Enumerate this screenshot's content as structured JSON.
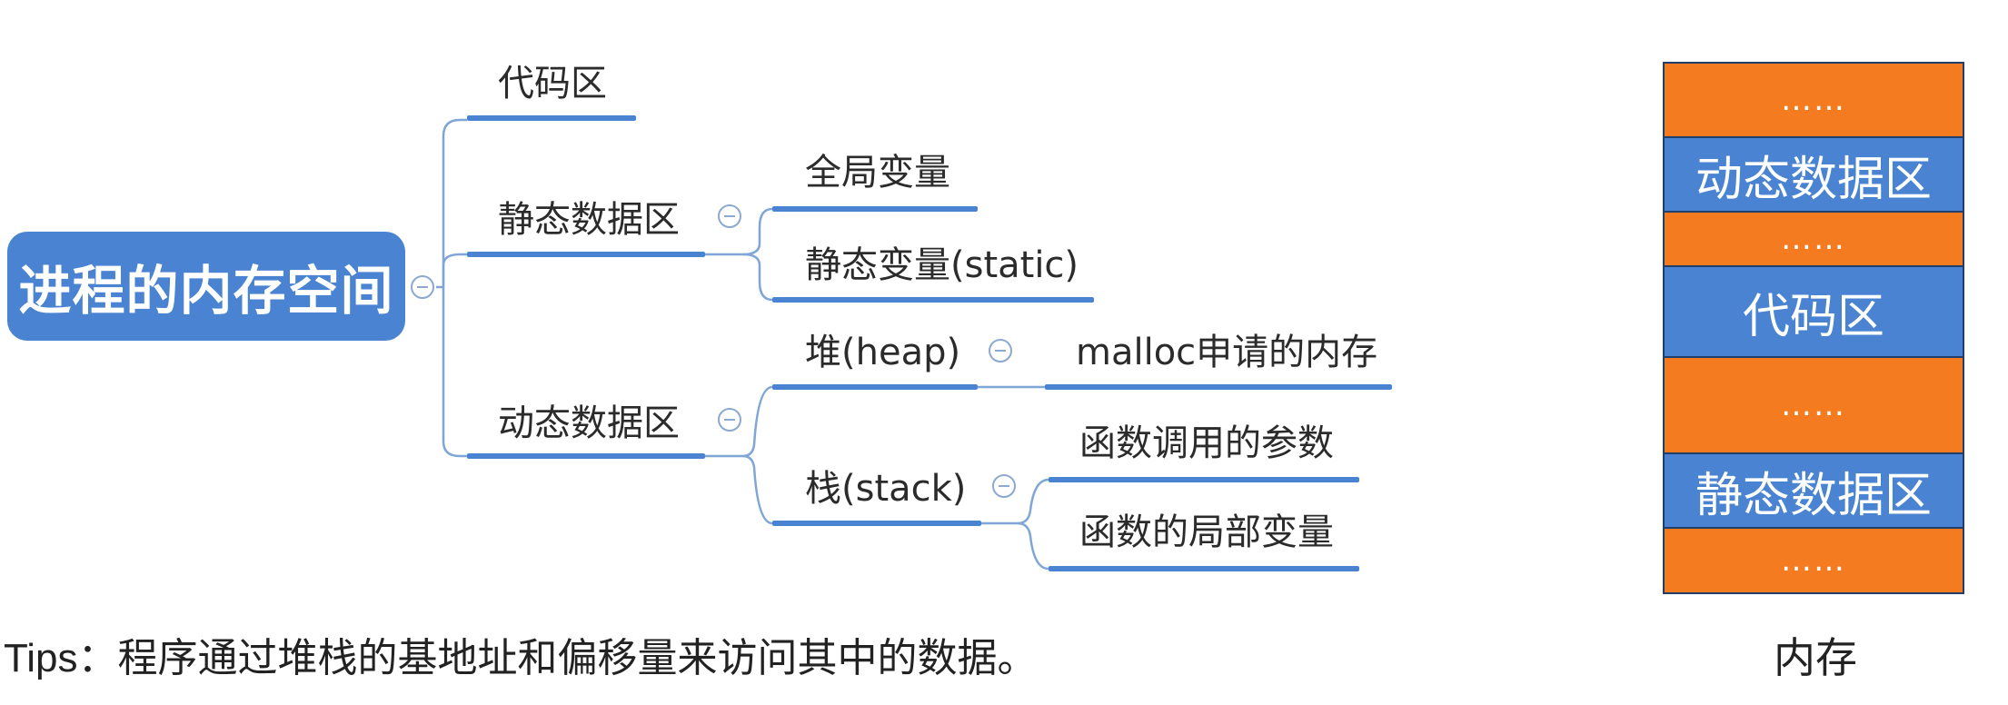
{
  "mindmap": {
    "root": "进程的内存空间",
    "code_area": "代码区",
    "static_area": "静态数据区",
    "static_children": [
      "全局变量",
      "静态变量(static)"
    ],
    "dynamic_area": "动态数据区",
    "heap": "堆(heap)",
    "heap_child": "malloc申请的内存",
    "stack": "栈(stack)",
    "stack_children": [
      "函数调用的参数",
      "函数的局部变量"
    ]
  },
  "tips": {
    "prefix": "Tips：",
    "text": "程序通过堆栈的基地址和偏移量来访问其中的数据。"
  },
  "memory": {
    "caption": "内存",
    "blocks": [
      {
        "label": "……",
        "kind": "filler"
      },
      {
        "label": "动态数据区",
        "kind": "region"
      },
      {
        "label": "……",
        "kind": "filler"
      },
      {
        "label": "代码区",
        "kind": "region"
      },
      {
        "label": "……",
        "kind": "filler"
      },
      {
        "label": "静态数据区",
        "kind": "region"
      },
      {
        "label": "……",
        "kind": "filler"
      }
    ]
  },
  "colors": {
    "node_blue": "#4a83d2",
    "memory_orange": "#f47b20",
    "connector": "#7fa6d6"
  }
}
